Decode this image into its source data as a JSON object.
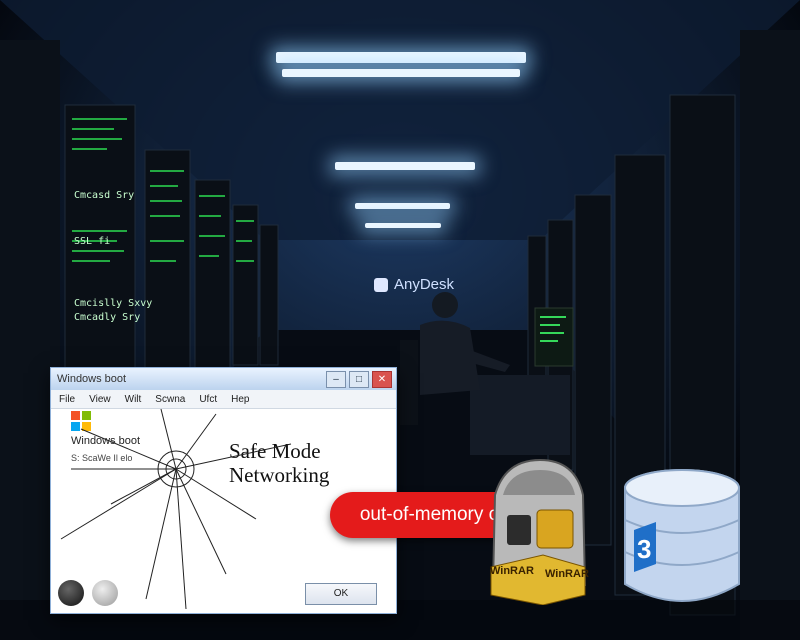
{
  "background": {
    "brand_label": "AnyDesk",
    "brand_icon": "anydesk-icon",
    "terminal_lines": [
      "Cmcasd Sry",
      "SSL fi",
      "Cmcislly Sxvy",
      "Cmcadly Sry"
    ],
    "colors": {
      "light": "#eaf6ff",
      "terminal": "#20c040",
      "room": "#050a14"
    }
  },
  "window": {
    "title": "Windows boot",
    "menu": [
      "File",
      "View",
      "Wilt",
      "Scwna",
      "Ufct",
      "Hep"
    ],
    "controls": [
      "minimize",
      "maximize",
      "close"
    ],
    "app_title": "Windows boot",
    "app_subtitle": "S: ScaWe Il elo",
    "message_line1": "Safe Mode",
    "message_line2": "Networking",
    "ok_label": "OK",
    "icons": [
      "windows-logo-icon",
      "back-orb-icon",
      "forward-orb-icon"
    ]
  },
  "callout": {
    "text": "out-of-memory crash",
    "color": "#e41b1b"
  },
  "archive": {
    "label_left": "WinRAR",
    "label_right": "WinRAR",
    "icon": "winrar-icon"
  },
  "database": {
    "badge": "3",
    "icon": "database-icon",
    "badge_color": "#1f6fc8"
  }
}
